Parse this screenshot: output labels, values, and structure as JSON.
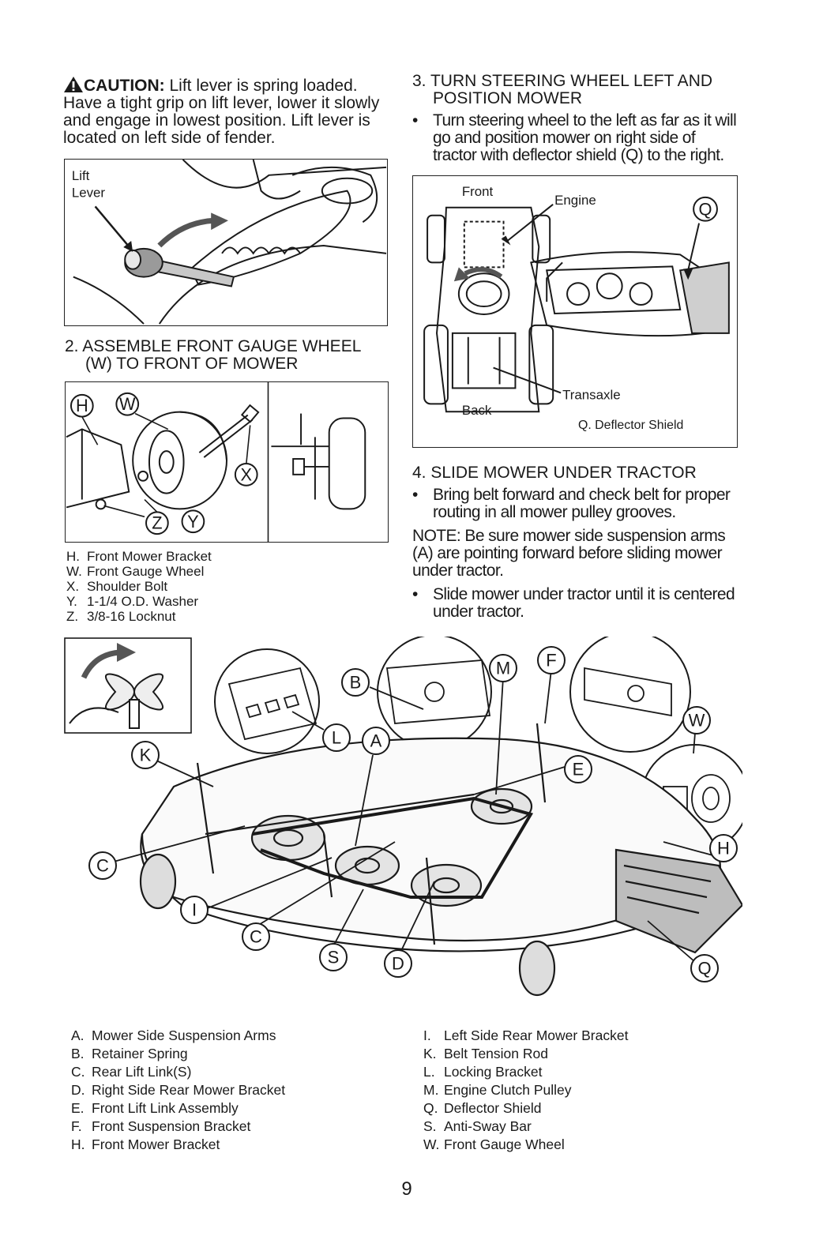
{
  "left": {
    "caution": {
      "label": "CAUTION:",
      "text": "Lift lever is spring loaded. Have a tight grip on lift lever, lower it slowly and engage in lowest position. Lift lever is located on left side of fender."
    },
    "fig_lift": {
      "label_line1": "Lift",
      "label_line2": "Lever"
    },
    "step2": {
      "line1": "2. ASSEMBLE FRONT GAUGE WHEEL",
      "line2": "(W) TO FRONT OF MOWER"
    },
    "fig_wheel": {
      "callouts": [
        "H",
        "W",
        "X",
        "Z",
        "Y"
      ]
    },
    "legend": [
      {
        "key": "H.",
        "text": "Front Mower Bracket"
      },
      {
        "key": "W.",
        "text": "Front Gauge Wheel"
      },
      {
        "key": "X.",
        "text": "Shoulder Bolt"
      },
      {
        "key": "Y.",
        "text": "1-1/4 O.D. Washer"
      },
      {
        "key": "Z.",
        "text": "3/8-16 Locknut"
      }
    ]
  },
  "right": {
    "step3": {
      "line1": "3. TURN STEERING WHEEL LEFT AND",
      "line2": "POSITION MOWER",
      "bullet": "Turn steering wheel to the left as far as it will go and position mower on right side of tractor with deflector shield (Q) to the right."
    },
    "fig_top": {
      "front": "Front",
      "engine": "Engine",
      "q": "Q",
      "transaxle": "Transaxle",
      "back": "Back",
      "caption": "Q. Deflector Shield"
    },
    "step4": {
      "heading": "4. SLIDE MOWER UNDER TRACTOR",
      "bullet1": "Bring belt forward and check belt for proper routing in all mower pulley grooves.",
      "note_label": "NOTE:",
      "note_text": "Be sure mower side suspension arms (A) are pointing forward before sliding mower under tractor.",
      "bullet2": "Slide mower under tractor until it is centered under tractor."
    }
  },
  "bottom_fig": {
    "callouts": [
      "M",
      "F",
      "B",
      "L",
      "A",
      "W",
      "K",
      "E",
      "C",
      "H",
      "I",
      "C",
      "S",
      "D",
      "Q"
    ]
  },
  "legend_left": [
    {
      "key": "A.",
      "text": "Mower Side Suspension Arms"
    },
    {
      "key": "B.",
      "text": "Retainer Spring"
    },
    {
      "key": "C.",
      "text": "Rear Lift Link(S)"
    },
    {
      "key": "D.",
      "text": "Right Side Rear Mower Bracket"
    },
    {
      "key": "E.",
      "text": "Front Lift Link Assembly"
    },
    {
      "key": "F.",
      "text": "Front Suspension Bracket"
    },
    {
      "key": "H.",
      "text": "Front Mower Bracket"
    }
  ],
  "legend_right": [
    {
      "key": "I.",
      "text": "Left Side Rear Mower Bracket"
    },
    {
      "key": "K.",
      "text": "Belt Tension Rod"
    },
    {
      "key": "L.",
      "text": "Locking Bracket"
    },
    {
      "key": "M.",
      "text": "Engine Clutch Pulley"
    },
    {
      "key": "Q.",
      "text": "Deflector Shield"
    },
    {
      "key": "S.",
      "text": "Anti-Sway Bar"
    },
    {
      "key": "W.",
      "text": "Front Gauge Wheel"
    }
  ],
  "page_number": "9"
}
